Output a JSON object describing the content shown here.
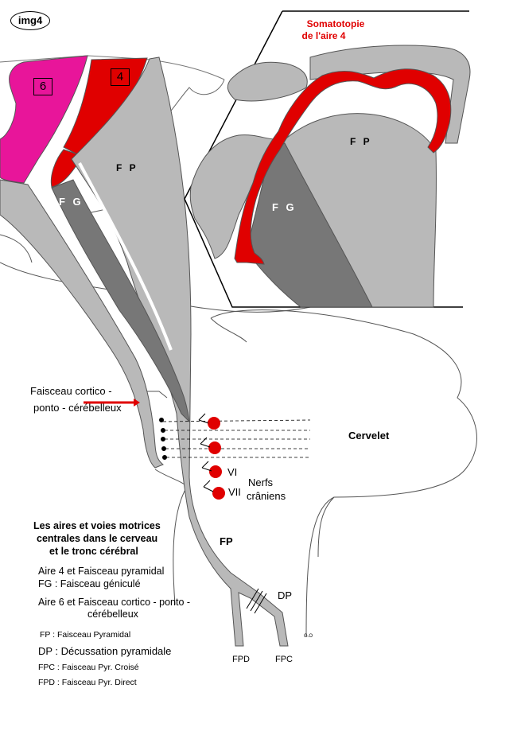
{
  "badge": "img4",
  "areas": {
    "area6": "6",
    "area4": "4"
  },
  "inset": {
    "title_line1": "Somatotopie",
    "title_line2": "de l'aire 4",
    "fp": "F P",
    "fg": "F G"
  },
  "main": {
    "fp_upper": "F P",
    "fg": "F G",
    "fp_lower": "FP",
    "dp": "DP",
    "fpd": "FPD",
    "fpc": "FPC",
    "go": "G.O"
  },
  "side": {
    "fcpc_line1": "Faisceau cortico -",
    "fcpc_line2": "ponto - cérébelleux",
    "cervelet": "Cervelet"
  },
  "nerves": {
    "vi": "VI",
    "vii": "VII",
    "label_line1": "Nerfs",
    "label_line2": "crâniens"
  },
  "legend": {
    "title_line1": "Les aires et voies motrices",
    "title_line2": "centrales dans le cerveau",
    "title_line3": "et le tronc cérébral",
    "item1": "Aire 4 et Faisceau pyramidal",
    "item2": "FG : Faisceau géniculé",
    "item3_line1": "Aire 6   et  Faisceau cortico - ponto -",
    "item3_line2": "cérébelleux",
    "fp_def": "FP  :  Faisceau  Pyramidal",
    "dp_def": "DP : Décussation pyramidale",
    "fpc_def": "FPC  :  Faisceau  Pyr.  Croisé",
    "fpd_def": "FPD  :  Faisceau  Pyr.  Direct"
  },
  "colors": {
    "red": "#e00000",
    "magenta": "#e8159a",
    "light_gray": "#b9b9b9",
    "dark_gray": "#777777"
  }
}
